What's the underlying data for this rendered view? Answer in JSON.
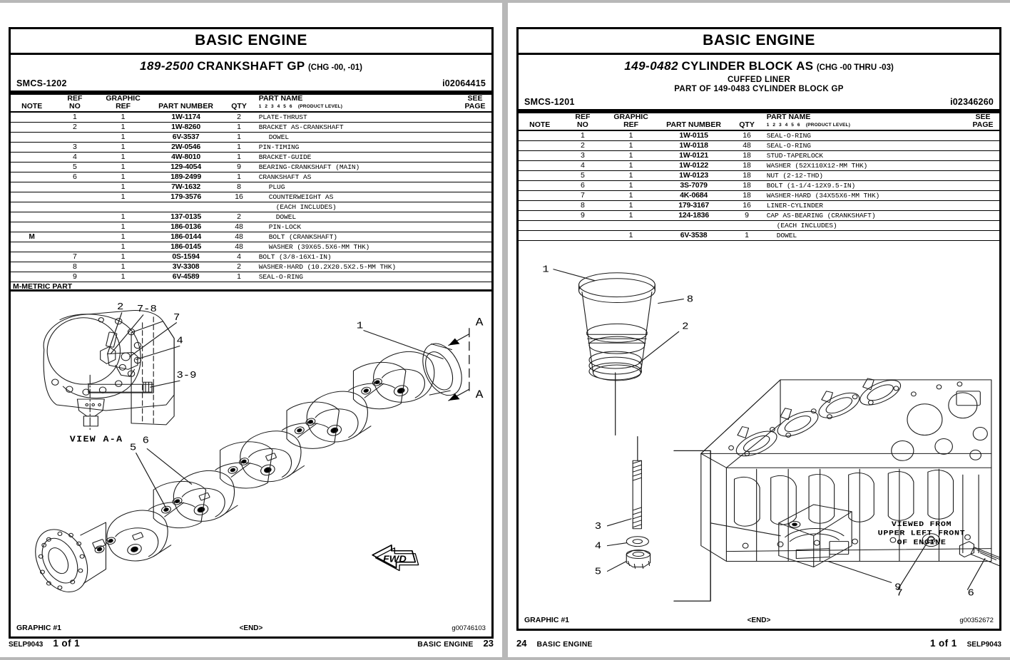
{
  "common": {
    "section_title": "BASIC  ENGINE",
    "table_headers": {
      "note": "NOTE",
      "ref_no_1": "REF",
      "ref_no_2": "NO",
      "graphic_ref_1": "GRAPHIC",
      "graphic_ref_2": "REF",
      "part_number": "PART NUMBER",
      "qty": "QTY",
      "part_name": "PART NAME",
      "product_level_digits": "1  2  3  4  5  6",
      "product_level_label": "(PRODUCT LEVEL)",
      "see_1": "SEE",
      "see_2": "PAGE"
    },
    "graphic_label": "GRAPHIC #1",
    "end_marker": "<END>",
    "page_of": "1 of 1",
    "doc_code": "SELP9043"
  },
  "left_page": {
    "group_number": "189-2500",
    "group_name": "CRANKSHAFT GP",
    "change_level": "(CHG -00, -01)",
    "smcs": "SMCS-1202",
    "doc_id": "i02064415",
    "rows": [
      {
        "note": "",
        "ref": "1",
        "gref": "1",
        "pnum": "1W-1174",
        "qty": "2",
        "name": "PLATE-THRUST",
        "indent": 0,
        "page": ""
      },
      {
        "note": "",
        "ref": "2",
        "gref": "1",
        "pnum": "1W-8260",
        "qty": "1",
        "name": "BRACKET AS-CRANKSHAFT",
        "indent": 0,
        "page": ""
      },
      {
        "note": "",
        "ref": "",
        "gref": "1",
        "pnum": "6V-3537",
        "qty": "1",
        "name": "DOWEL",
        "indent": 1,
        "page": ""
      },
      {
        "note": "",
        "ref": "3",
        "gref": "1",
        "pnum": "2W-0546",
        "qty": "1",
        "name": "PIN-TIMING",
        "indent": 0,
        "page": ""
      },
      {
        "note": "",
        "ref": "4",
        "gref": "1",
        "pnum": "4W-8010",
        "qty": "1",
        "name": "BRACKET-GUIDE",
        "indent": 0,
        "page": ""
      },
      {
        "note": "",
        "ref": "5",
        "gref": "1",
        "pnum": "129-4054",
        "qty": "9",
        "name": "BEARING-CRANKSHAFT (MAIN)",
        "indent": 0,
        "page": ""
      },
      {
        "note": "",
        "ref": "6",
        "gref": "1",
        "pnum": "189-2499",
        "qty": "1",
        "name": "CRANKSHAFT AS",
        "indent": 0,
        "page": ""
      },
      {
        "note": "",
        "ref": "",
        "gref": "1",
        "pnum": "7W-1632",
        "qty": "8",
        "name": "PLUG",
        "indent": 1,
        "page": ""
      },
      {
        "note": "",
        "ref": "",
        "gref": "1",
        "pnum": "179-3576",
        "qty": "16",
        "name": "COUNTERWEIGHT AS",
        "indent": 1,
        "page": ""
      },
      {
        "note": "",
        "ref": "",
        "gref": "",
        "pnum": "",
        "qty": "",
        "name": "(EACH INCLUDES)",
        "indent": 2,
        "page": ""
      },
      {
        "note": "",
        "ref": "",
        "gref": "1",
        "pnum": "137-0135",
        "qty": "2",
        "name": "DOWEL",
        "indent": 2,
        "page": ""
      },
      {
        "note": "",
        "ref": "",
        "gref": "1",
        "pnum": "186-0136",
        "qty": "48",
        "name": "PIN-LOCK",
        "indent": 1,
        "page": ""
      },
      {
        "note": "M",
        "ref": "",
        "gref": "1",
        "pnum": "186-0144",
        "qty": "48",
        "name": "BOLT (CRANKSHAFT)",
        "indent": 1,
        "page": ""
      },
      {
        "note": "",
        "ref": "",
        "gref": "1",
        "pnum": "186-0145",
        "qty": "48",
        "name": "WASHER (39X65.5X6-MM THK)",
        "indent": 1,
        "page": ""
      },
      {
        "note": "",
        "ref": "7",
        "gref": "1",
        "pnum": "0S-1594",
        "qty": "4",
        "name": "BOLT (3/8-16X1-IN)",
        "indent": 0,
        "page": ""
      },
      {
        "note": "",
        "ref": "8",
        "gref": "1",
        "pnum": "3V-3308",
        "qty": "2",
        "name": "WASHER-HARD (10.2X20.5X2.5-MM THK)",
        "indent": 0,
        "page": ""
      },
      {
        "note": "",
        "ref": "9",
        "gref": "1",
        "pnum": "6V-4589",
        "qty": "1",
        "name": "SEAL-O-RING",
        "indent": 0,
        "page": ""
      }
    ],
    "footnote": "M-METRIC PART",
    "graphic_id": "g00746103",
    "view_label": "VIEW A-A",
    "callouts": [
      "2",
      "7-8",
      "7",
      "4",
      "3-9",
      "1",
      "6",
      "5",
      "A",
      "A"
    ],
    "fwd_label": "FWD",
    "footer_section": "BASIC ENGINE",
    "footer_page_number": "23"
  },
  "right_page": {
    "group_number": "149-0482",
    "group_name": "CYLINDER BLOCK AS",
    "change_level": "(CHG -00 THRU -03)",
    "subtitle_1": "CUFFED LINER",
    "subtitle_2": "PART OF 149-0483 CYLINDER BLOCK GP",
    "smcs": "SMCS-1201",
    "doc_id": "i02346260",
    "rows": [
      {
        "note": "",
        "ref": "1",
        "gref": "1",
        "pnum": "1W-0115",
        "qty": "16",
        "name": "SEAL-O-RING",
        "indent": 0,
        "page": ""
      },
      {
        "note": "",
        "ref": "2",
        "gref": "1",
        "pnum": "1W-0118",
        "qty": "48",
        "name": "SEAL-O-RING",
        "indent": 0,
        "page": ""
      },
      {
        "note": "",
        "ref": "3",
        "gref": "1",
        "pnum": "1W-0121",
        "qty": "18",
        "name": "STUD-TAPERLOCK",
        "indent": 0,
        "page": ""
      },
      {
        "note": "",
        "ref": "4",
        "gref": "1",
        "pnum": "1W-0122",
        "qty": "18",
        "name": "WASHER (52X110X12-MM THK)",
        "indent": 0,
        "page": ""
      },
      {
        "note": "",
        "ref": "5",
        "gref": "1",
        "pnum": "1W-0123",
        "qty": "18",
        "name": "NUT (2-12-THD)",
        "indent": 0,
        "page": ""
      },
      {
        "note": "",
        "ref": "6",
        "gref": "1",
        "pnum": "3S-7079",
        "qty": "18",
        "name": "BOLT (1-1/4-12X9.5-IN)",
        "indent": 0,
        "page": ""
      },
      {
        "note": "",
        "ref": "7",
        "gref": "1",
        "pnum": "4K-0684",
        "qty": "18",
        "name": "WASHER-HARD (34X55X6-MM THK)",
        "indent": 0,
        "page": ""
      },
      {
        "note": "",
        "ref": "8",
        "gref": "1",
        "pnum": "179-3167",
        "qty": "16",
        "name": "LINER-CYLINDER",
        "indent": 0,
        "page": ""
      },
      {
        "note": "",
        "ref": "9",
        "gref": "1",
        "pnum": "124-1836",
        "qty": "9",
        "name": "CAP AS-BEARING (CRANKSHAFT)",
        "indent": 0,
        "page": ""
      },
      {
        "note": "",
        "ref": "",
        "gref": "",
        "pnum": "",
        "qty": "",
        "name": "(EACH INCLUDES)",
        "indent": 1,
        "page": ""
      },
      {
        "note": "",
        "ref": "",
        "gref": "1",
        "pnum": "6V-3538",
        "qty": "1",
        "name": "DOWEL",
        "indent": 1,
        "page": ""
      }
    ],
    "graphic_id": "g00352672",
    "view_note_1": "VIEWED FROM",
    "view_note_2": "UPPER LEFT FRONT",
    "view_note_3": "OF ENGINE",
    "callouts": [
      "1",
      "8",
      "2",
      "3",
      "4",
      "5",
      "9",
      "7",
      "6"
    ],
    "footer_section": "BASIC ENGINE",
    "footer_page_number": "24"
  }
}
